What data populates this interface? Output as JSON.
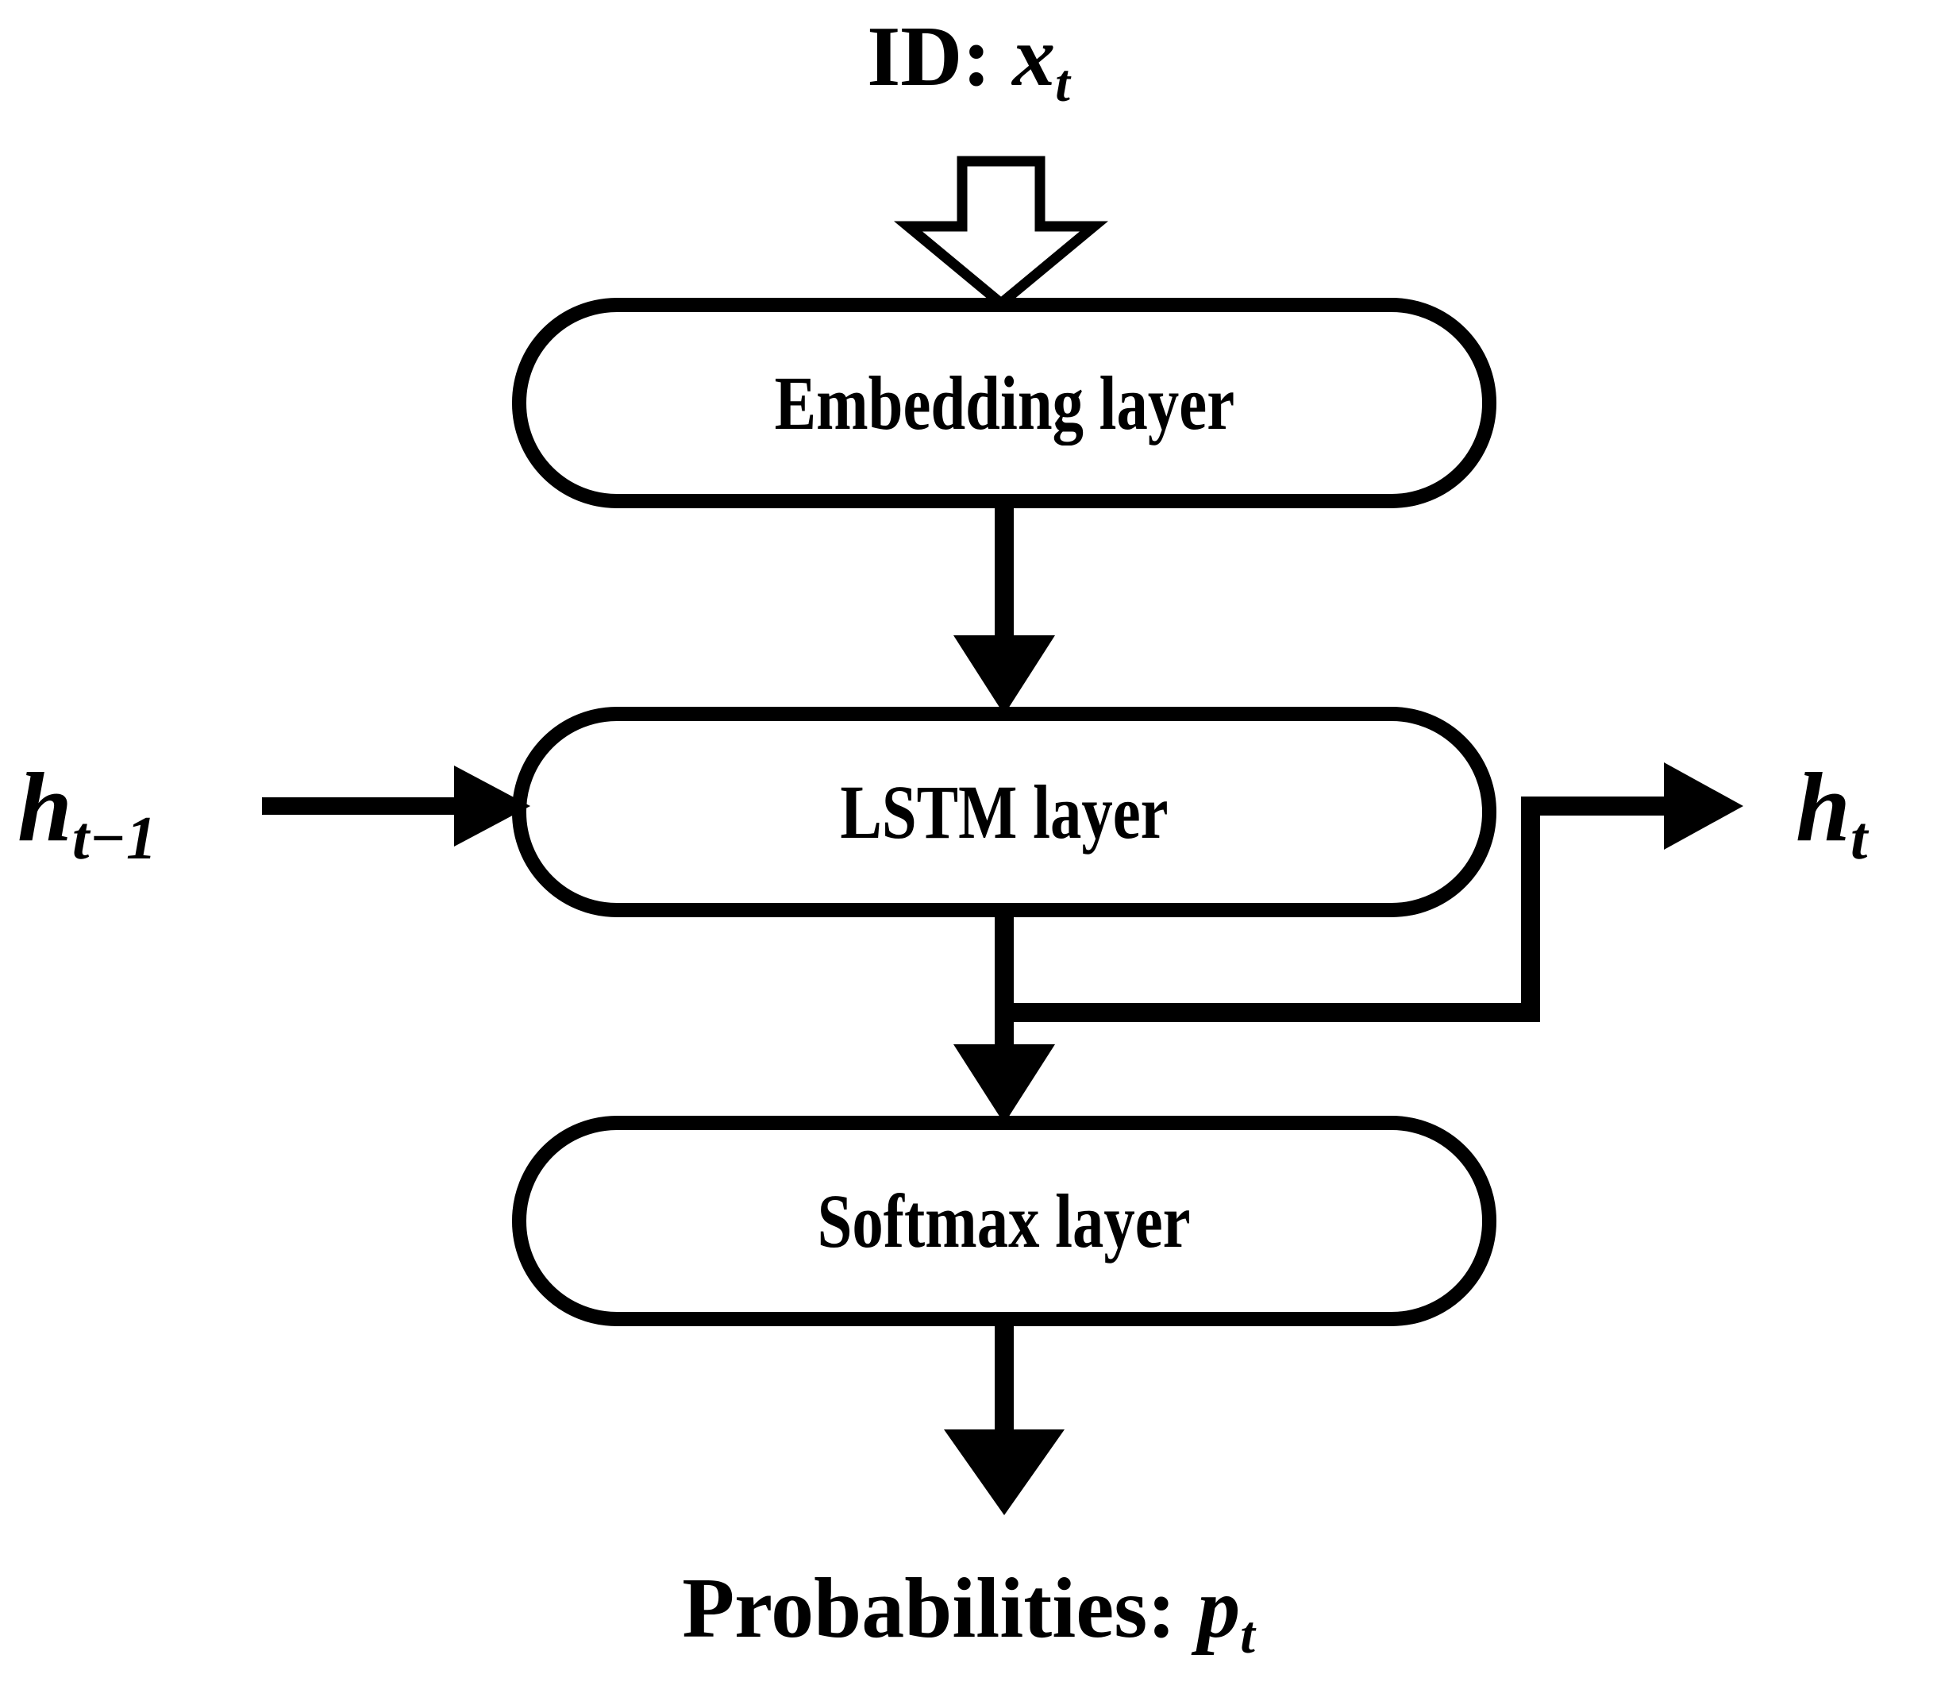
{
  "diagram": {
    "title": "LSTM language model step diagram",
    "background_color": "#ffffff",
    "stroke_color": "#000000",
    "top_input": {
      "prefix": "ID: ",
      "symbol": "x",
      "subscript": "t",
      "full": "ID: x_t"
    },
    "bottom_output": {
      "prefix": "Probabilities: ",
      "symbol": "p",
      "subscript": "t",
      "full": "Probabilities: p_t"
    },
    "left_input": {
      "symbol": "h",
      "subscript": "t−1",
      "full": "h_{t-1}"
    },
    "right_output": {
      "symbol": "h",
      "subscript": "t",
      "full": "h_t"
    },
    "nodes": [
      {
        "id": "embedding",
        "label": "Embedding layer"
      },
      {
        "id": "lstm",
        "label": "LSTM layer"
      },
      {
        "id": "softmax",
        "label": "Softmax layer"
      }
    ],
    "edges": [
      {
        "id": "input-to-embedding",
        "from": "ID: x_t",
        "to": "Embedding layer",
        "style": "hollow-block-arrow",
        "direction": "down"
      },
      {
        "id": "embedding-to-lstm",
        "from": "Embedding layer",
        "to": "LSTM layer",
        "style": "solid-arrow",
        "direction": "down"
      },
      {
        "id": "hprev-to-lstm",
        "from": "h_{t-1}",
        "to": "LSTM layer",
        "style": "solid-arrow",
        "direction": "right"
      },
      {
        "id": "lstm-to-softmax",
        "from": "LSTM layer",
        "to": "Softmax layer",
        "style": "solid-arrow",
        "direction": "down"
      },
      {
        "id": "lstm-to-ht",
        "from": "LSTM layer",
        "to": "h_t",
        "style": "elbow-arrow",
        "direction": "right"
      },
      {
        "id": "softmax-to-output",
        "from": "Softmax layer",
        "to": "Probabilities: p_t",
        "style": "solid-arrow",
        "direction": "down"
      }
    ]
  }
}
